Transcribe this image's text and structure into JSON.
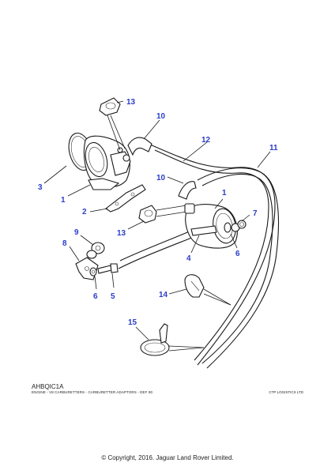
{
  "diagram": {
    "callouts": [
      "13",
      "10",
      "12",
      "11",
      "3",
      "1",
      "10",
      "1",
      "2",
      "13",
      "7",
      "9",
      "8",
      "4",
      "6",
      "6",
      "5",
      "14",
      "15"
    ]
  },
  "footer": {
    "code": "AHBQIC1A",
    "caption": "ENGINE - V8 CARBURETTERS - CARBURETTER ADAPTORS - DEF 90",
    "vendor": "CTP LOGISTICS LTD",
    "copyright": "© Copyright, 2016. Jaguar Land Rover Limited."
  }
}
